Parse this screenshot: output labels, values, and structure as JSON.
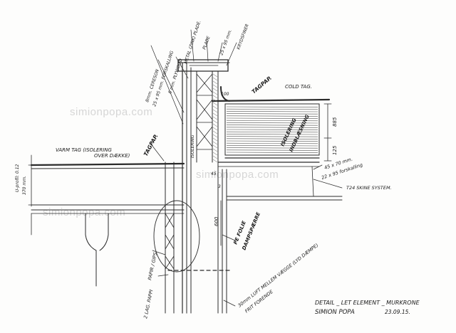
{
  "watermark": "simionpopa.com",
  "labels": {
    "cold_roof": "COLD TAG.",
    "roof_felt": "TAGPAP.",
    "warm_roof": "VARM TAG (ISOLERING",
    "warm_roof_2": "OVER DÆKKE)",
    "roof_felt_2": "TAGPAP.",
    "insulation_vert": "ISOLERING",
    "insulation_1": "ISOLERING",
    "insulation_2": "INDBLÆSNING",
    "dim_885": "885",
    "dim_125": "125",
    "dim_100": "100",
    "dim_45": "45",
    "dim_600": "600",
    "dim_3": "3",
    "batten": "8mm. CERESON",
    "batten_2": "25 x 95 mm. FORSKALLING",
    "plywood": "8 mm. PLYWOOD",
    "metal": "METAL (ZINK) PLADE.",
    "plate": "PLADE",
    "board": "25 x 95 mm.",
    "profile": "KRYDSFINER",
    "beam_1": "45 x 70 mm.",
    "beam_2": "22 x 95 forskalling",
    "rail": "T24 SKINE SYSTEM.",
    "pe_foil": "PE FOLIE",
    "vapour": "DAMPSPÆRRE",
    "airgap": "30mm LUFT MELLEM VÆGGE (LYD DÆMPE)",
    "frit": "FRIT FORENDE",
    "layers": "2 LAG. PAPPI",
    "papir": "PAPIR / GIPS",
    "slab": "U-profil: 0.12",
    "slab_2": "370 mm.",
    "title": "DETAIL _ LET ELEMENT _ MURKRONE",
    "author": "SIMION POPA",
    "date": "23.09.15."
  },
  "colors": {
    "ink": "#1a1a1a",
    "line": "#2b2b2b",
    "watermark": "#d6d6d6"
  }
}
